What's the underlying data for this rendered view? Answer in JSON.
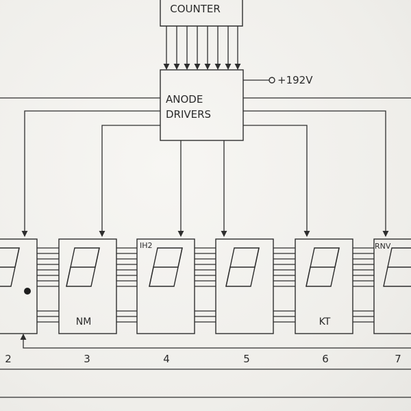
{
  "blocks": {
    "counter": "COUNTER",
    "anode_drivers_line1": "ANODE",
    "anode_drivers_line2": "DRIVERS",
    "supply": "+192V"
  },
  "displays": [
    {
      "number": "2",
      "label": ""
    },
    {
      "number": "3",
      "label": "NM"
    },
    {
      "number": "4",
      "label": "IH2"
    },
    {
      "number": "5",
      "label": ""
    },
    {
      "number": "6",
      "label": "KT"
    },
    {
      "number": "7",
      "label": "RNV"
    }
  ]
}
